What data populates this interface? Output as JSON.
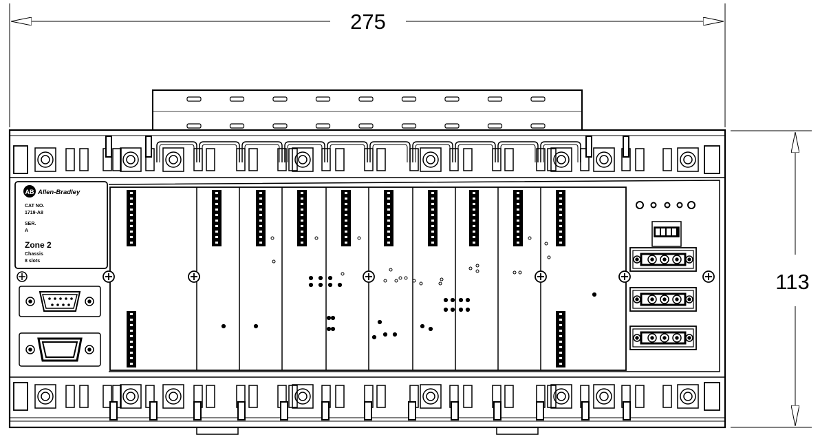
{
  "drawing": {
    "dimensions": {
      "width": "275",
      "height": "113"
    },
    "nameplate": {
      "brand": "Allen-Bradley",
      "cat_label": "CAT NO.",
      "cat_value": "1719-A8",
      "ser_label": "SER.",
      "ser_value": "A",
      "zone": "Zone 2",
      "chassis_line1": "Chassis",
      "chassis_line2": "8 slots"
    },
    "module_slots": 8,
    "terminal_blocks": 3,
    "colors": {
      "line": "#000000",
      "background": "#ffffff"
    }
  }
}
